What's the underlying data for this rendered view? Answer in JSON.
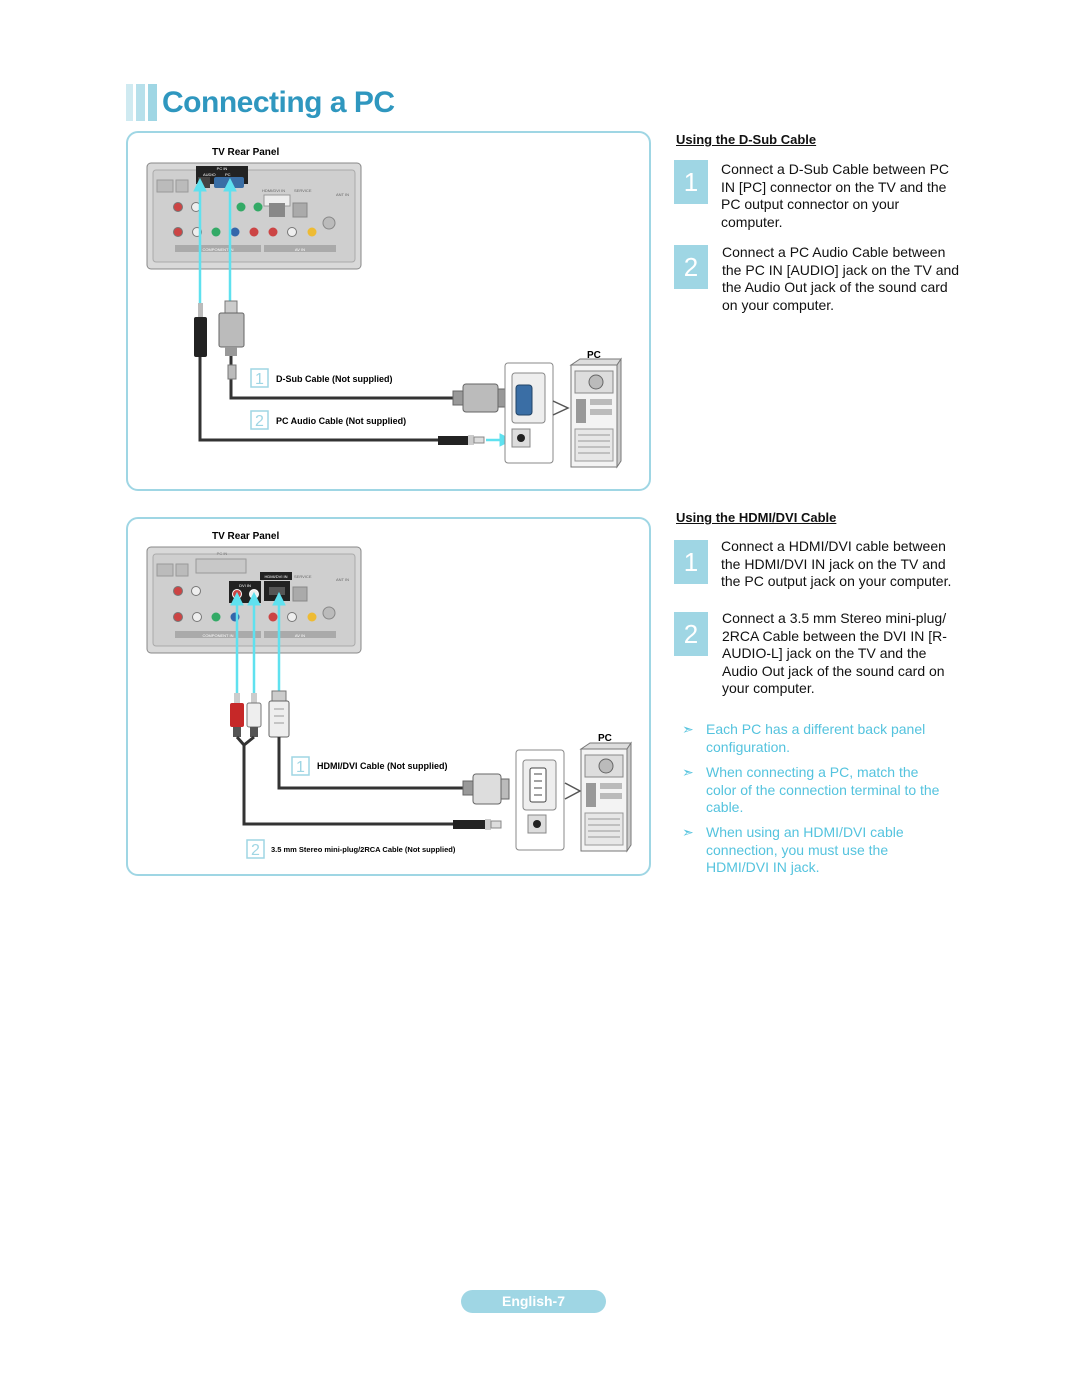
{
  "title": "Connecting a PC",
  "dsub_panel": {
    "tv_rear_panel": "TV Rear Panel",
    "pc_label": "PC",
    "cable1_number": "1",
    "cable1_label": "D-Sub Cable (Not supplied)",
    "cable2_number": "2",
    "cable2_label": "PC Audio Cable (Not supplied)"
  },
  "hdmi_panel": {
    "tv_rear_panel": "TV Rear Panel",
    "pc_label": "PC",
    "cable1_number": "1",
    "cable1_label": "HDMI/DVI Cable (Not supplied)",
    "cable2_number": "2",
    "cable2_label": "3.5 mm Stereo mini-plug/2RCA Cable (Not supplied)"
  },
  "dsub_section": {
    "heading": "Using the D-Sub Cable",
    "steps": [
      {
        "number": "1",
        "text": "Connect a D-Sub Cable between PC IN [PC] connector on the TV and the PC output connector on your computer."
      },
      {
        "number": "2",
        "text": "Connect a PC Audio Cable between the PC IN [AUDIO] jack on the TV and the Audio Out jack of the sound card on your computer."
      }
    ]
  },
  "hdmi_section": {
    "heading": "Using the HDMI/DVI Cable",
    "steps": [
      {
        "number": "1",
        "text": "Connect a HDMI/DVI cable between the HDMI/DVI IN jack on the TV and the PC output jack on your computer."
      },
      {
        "number": "2",
        "text": "Connect a 3.5 mm Stereo mini-plug/ 2RCA Cable between the DVI IN [R-AUDIO-L] jack on the TV and the Audio Out jack of the sound card on your computer."
      }
    ]
  },
  "notes": [
    {
      "arrow": "➣",
      "text": "Each PC has a different back panel configuration."
    },
    {
      "arrow": "➣",
      "text": "When connecting a PC, match the color of the connection terminal to the cable."
    },
    {
      "arrow": "➣",
      "text": "When using an HDMI/DVI cable connection, you must use the HDMI/DVI IN jack."
    }
  ],
  "tv_panel_labels": {
    "pc_in": "PC IN",
    "audio": "AUDIO",
    "pc": "PC",
    "component_in": "COMPONENT IN",
    "hdmi_dvi_in": "HDMI/DVI IN",
    "service": "SERVICE",
    "dvi_in": "DVI IN",
    "av_in": "AV IN",
    "ant_in": "ANT IN"
  },
  "colors": {
    "accent": "#9fd6e4",
    "title": "#2f97bf",
    "note": "#54c3de",
    "arrow": "#5fe1ef"
  }
}
